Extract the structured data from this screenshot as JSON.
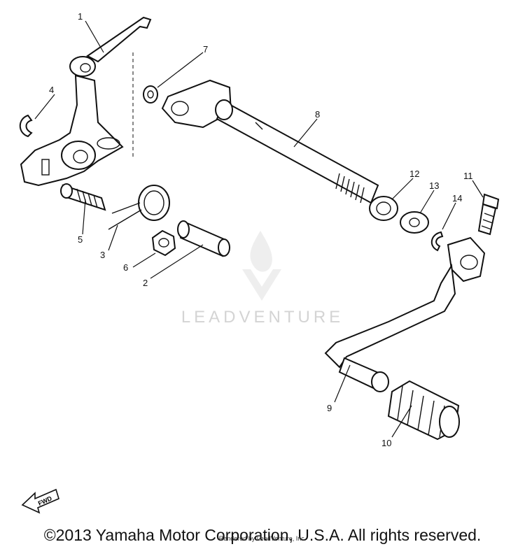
{
  "diagram": {
    "callouts": [
      {
        "id": "1",
        "label": "1"
      },
      {
        "id": "2",
        "label": "2"
      },
      {
        "id": "3",
        "label": "3"
      },
      {
        "id": "4",
        "label": "4"
      },
      {
        "id": "5",
        "label": "5"
      },
      {
        "id": "6",
        "label": "6"
      },
      {
        "id": "7",
        "label": "7"
      },
      {
        "id": "8",
        "label": "8"
      },
      {
        "id": "9",
        "label": "9"
      },
      {
        "id": "10",
        "label": "10"
      },
      {
        "id": "11",
        "label": "11"
      },
      {
        "id": "12",
        "label": "12"
      },
      {
        "id": "13",
        "label": "13"
      },
      {
        "id": "14",
        "label": "14"
      }
    ],
    "fwd_label": "FWD"
  },
  "watermark": {
    "brand": "LEADVENTURE"
  },
  "footer": {
    "copyright": "©2013 Yamaha Motor Corporation, U.S.A. All rights reserved.",
    "rendered_by": "Rendered by LeadVenture, Inc."
  }
}
